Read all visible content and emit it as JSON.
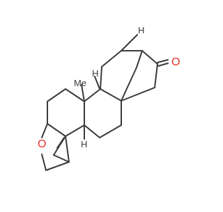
{
  "molecule": {
    "atom_labels": {
      "oxygen_furan": "O",
      "oxygen_ketone": "O",
      "methyl": "Me",
      "hydrogen_top": "H",
      "hydrogen_c9": "H",
      "hydrogen_c5": "H"
    }
  },
  "colors": {
    "bond": "#3a3a3a",
    "oxygen": "#e8302a",
    "background": "#ffffff"
  }
}
